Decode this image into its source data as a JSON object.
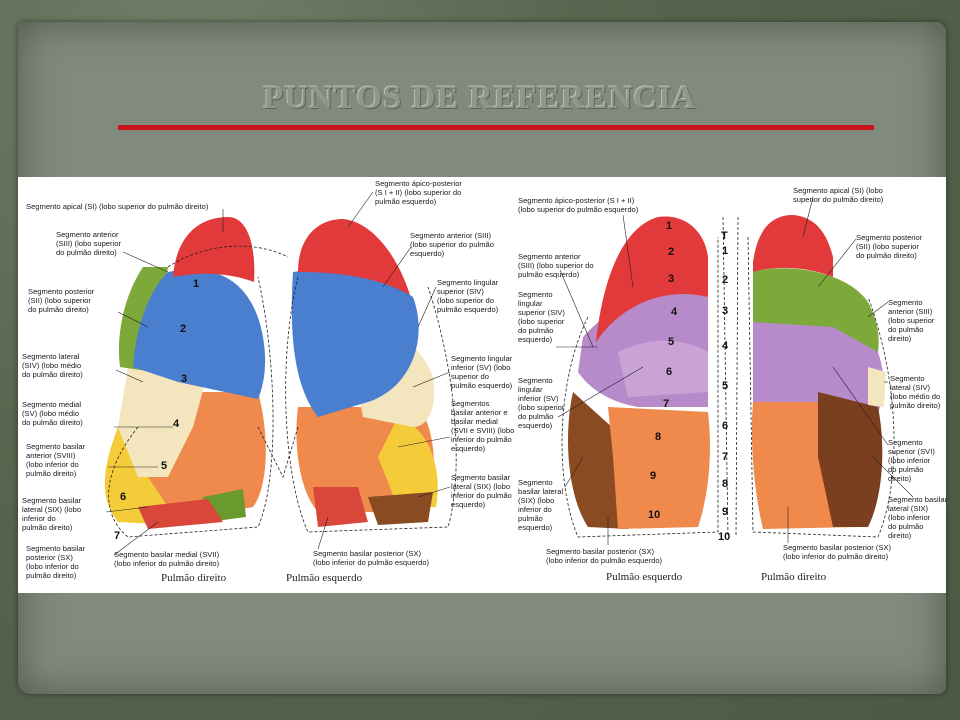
{
  "title": "PUNTOS DE REFERENCIA",
  "colors": {
    "accent_rule": "#c8141a",
    "apical": "#e23a3a",
    "blue": "#4a7ecf",
    "green": "#7da83a",
    "cream": "#f3e6bf",
    "orange": "#ef8a4c",
    "yellow": "#f4cc3a",
    "purple": "#b78bc9",
    "brown": "#8a4a22"
  },
  "left_labels": [
    [
      "Segmento apical (SI) (lobo superior do pulmão direito)"
    ],
    [
      "Segmento anterior",
      "(SIII) (lobo superior",
      "do pulmão direito)"
    ],
    [
      "Segmento posterior",
      "(SII) (lobo superior",
      "do pulmão direito)"
    ],
    [
      "Segmento lateral",
      "(SIV) (lobo médio",
      "do pulmão direito)"
    ],
    [
      "Segmento medial",
      "(SV) (lobo médio",
      "do pulmão direito)"
    ],
    [
      "Segmento basilar",
      "anterior (SVIII)",
      "(lobo inferior do",
      "pulmão direito)"
    ],
    [
      "Segmento basilar",
      "lateral (SIX) (lobo",
      "inferior do",
      "pulmão direito)"
    ],
    [
      "Segmento basilar",
      "posterior (SX)",
      "(lobo inferior do",
      "pulmão direito)"
    ]
  ],
  "center_labels": [
    [
      "Segmento ápico-posterior",
      "(S I + II) (lobo superior do",
      "pulmão esquerdo)"
    ],
    [
      "Segmento anterior (SIII)",
      "(lobo superior do pulmão",
      "esquerdo)"
    ],
    [
      "Segmento lingular",
      "superior (SIV)",
      "(lobo superior do",
      "pulmão esquerdo)"
    ],
    [
      "Segmento lingular",
      "inferior (SV) (lobo",
      "superior do",
      "pulmão esquerdo)"
    ],
    [
      "Segmentos",
      "basilar anterior e",
      "basilar medial",
      "(SVII e SVIII) (lobo",
      "inferior do pulmão",
      "esquerdo)"
    ],
    [
      "Segmento basilar",
      "lateral (SIX) (lobo",
      "inferior do pulmão",
      "esquerdo)"
    ]
  ],
  "bottom_left_labels": [
    [
      "Segmento basilar medial (SVII)",
      "(lobo inferior do pulmão direito)"
    ],
    [
      "Segmento basilar posterior (SX)",
      "(lobo inferior do pulmão esquerdo)"
    ]
  ],
  "left_numbers": [
    "1",
    "2",
    "3",
    "4",
    "5",
    "6",
    "7"
  ],
  "captions_left": [
    "Pulmão direito",
    "Pulmão esquerdo"
  ],
  "right_panel_left_labels": [
    [
      "Segmento ápico-posterior (S I + II)",
      "(lobo superior do pulmão esquerdo)"
    ],
    [
      "Segmento anterior",
      "(SIII) (lobo superior do",
      "pulmão esquerdo)"
    ],
    [
      "Segmento",
      "lingular",
      "superior (SIV)",
      "(lobo superior",
      "do pulmão",
      "esquerdo)"
    ],
    [
      "Segmento",
      "lingular",
      "inferior (SV)",
      "(lobo superior",
      "do pulmão",
      "esquerdo)"
    ],
    [
      "Segmento",
      "basilar lateral",
      "(SIX) (lobo",
      "inferior do",
      "pulmão",
      "esquerdo)"
    ]
  ],
  "right_panel_right_labels": [
    [
      "Segmento apical (SI) (lobo",
      "superior do pulmão direito)"
    ],
    [
      "Segmento posterior",
      "(SII) (lobo superior",
      "do pulmão direito)"
    ],
    [
      "Segmento",
      "anterior (SIII)",
      "(lobo superior",
      "do pulmão",
      "direito)"
    ],
    [
      "Segmento",
      "lateral (SIV)",
      "(lobo médio do",
      "pulmão direito)"
    ],
    [
      "Segmento",
      "superior (SVI)",
      "(lobo inferior",
      "do pulmão",
      "direito)"
    ],
    [
      "Segmento basilar",
      "lateral (SIX)",
      "(lobo inferior",
      "do pulmão",
      "direito)"
    ]
  ],
  "right_bottom_labels": [
    [
      "Segmento basilar posterior (SX)",
      "(lobo inferior do pulmão esquerdo)"
    ],
    [
      "Segmento basilar posterior (SX)",
      "(lobo inferior do pulmão direito)"
    ]
  ],
  "right_numbers": [
    "1",
    "2",
    "3",
    "4",
    "5",
    "6",
    "7",
    "8",
    "9",
    "10"
  ],
  "spine_numbers": [
    "T",
    "1",
    "2",
    "3",
    "4",
    "5",
    "6",
    "7",
    "8",
    "9",
    "10"
  ],
  "captions_right": [
    "Pulmão esquerdo",
    "Pulmão direito"
  ]
}
